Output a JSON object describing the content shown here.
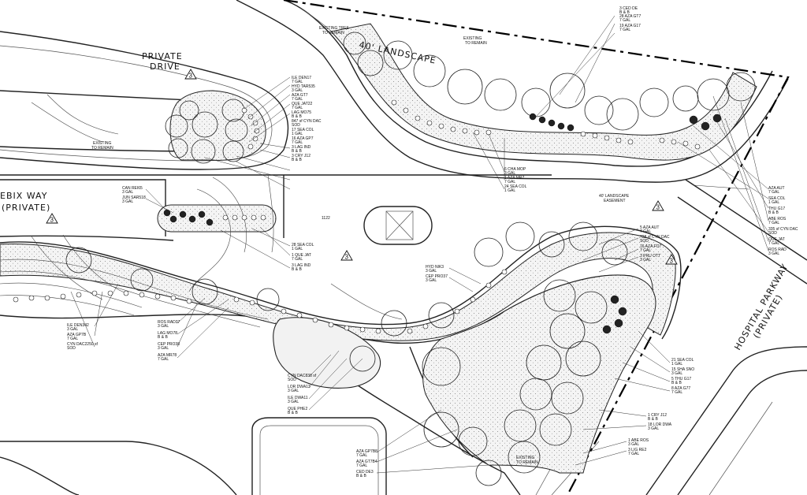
{
  "street_labels": {
    "private_drive": [
      "PRIVATE",
      "DRIVE"
    ],
    "ebix_way": [
      "EBIX WAY",
      "(PRIVATE)"
    ],
    "hospital_parkway": [
      "HOSPITAL PARKWAY",
      "(PRIVATE)"
    ]
  },
  "notes": {
    "existing_trees_to_remain_top": [
      "EXISTING TREE",
      "TO REMAIN"
    ],
    "existing_to_remain_top_right": [
      "EXISTING",
      "TO REMAIN"
    ],
    "existing_to_remain_left": [
      "EXISTING",
      "TO REMAIN"
    ],
    "existing_to_remain_bottom": [
      "EXISTING",
      "TO REMAIN"
    ],
    "landscape_easement_top": "40' LANDSCAPE",
    "landscape_easement_right": [
      "40' LANDSCAPE",
      "EASEMENT"
    ],
    "spot_elevation": "1122"
  },
  "detail_tag": "3",
  "plant_callouts": {
    "top_right_a": [
      "3 CED DE",
      "B & B"
    ],
    "top_right_b": [
      "28 AZA GT7",
      "7 GAL"
    ],
    "top_right_c": [
      "19 AZA G17",
      "7 GAL"
    ],
    "cul_de_sac": [
      [
        "ILE DEN17",
        "7 GAL"
      ],
      [
        "HYD TAR535",
        "3 GAL"
      ],
      [
        "AZA GT7",
        "7 GAL"
      ],
      [
        "QUE JAT22",
        "7 GAL"
      ],
      [
        "LAG MO75",
        "B & B"
      ],
      [
        "847 sf CYN DAC",
        "SOD"
      ],
      [
        "17 SEA COL",
        "1 GAL"
      ],
      [
        "16 AZA GP7",
        "7 GAL"
      ],
      [
        "3 LAG IND",
        "B & B"
      ],
      [
        "3 CRY J12",
        "B & B"
      ]
    ],
    "island_left": [
      [
        "CAN REI65",
        "3 GAL"
      ],
      [
        "JUN SAR518",
        "3 GAL"
      ]
    ],
    "island_right": [
      [
        "28 SEA COL",
        "1 GAL"
      ],
      [
        "1 QUE JAT",
        "7 GAL"
      ],
      [
        "3 LAG IND",
        "B & B"
      ]
    ],
    "mid_top": [
      [
        "6 CHA MOP",
        "3 GAL"
      ],
      [
        "1 AZA MR7",
        "7 GAL"
      ],
      [
        "24 SEA COL",
        "1 GAL"
      ]
    ],
    "east_bed": [
      [
        "AZA AUT",
        "7 GAL"
      ],
      [
        "SEA COL",
        "1 GAL"
      ],
      [
        "THU G17",
        "B & B"
      ],
      [
        "ABE ROS",
        "7 GAL"
      ],
      [
        "335 sf CYN DAC",
        "SOD"
      ],
      [
        "QUE JAT",
        "7 GAL"
      ],
      [
        "ROS RAD",
        "3 GAL"
      ]
    ],
    "center_bed": [
      [
        "5 AZA AUT",
        "7 GAL"
      ],
      [
        "728 sf CYN DAC",
        "SOD"
      ],
      [
        "16 AZA FO7",
        "7 GAL"
      ],
      [
        "3 PRU OTT",
        "3 GAL"
      ]
    ],
    "hyd": [
      [
        "HYD NIK3",
        "3 GAL"
      ],
      [
        "CEP PRO37",
        "3 GAL"
      ]
    ],
    "west_strip": [
      [
        "ILE DEN342",
        "3 GAL"
      ],
      [
        "AZA GP7B",
        "7 GAL"
      ],
      [
        "CYN DAC2250 sf",
        "SOD"
      ]
    ],
    "south_mid": [
      [
        "ROS RAD37",
        "3 GAL"
      ],
      [
        "LAG MO78",
        "B & B"
      ],
      [
        "CEP PRO38",
        "3 GAL"
      ],
      [
        "AZA MR78",
        "7 GAL"
      ]
    ],
    "south_center": [
      [
        "CYN DAC838 sf",
        "SOD"
      ],
      [
        "LOR DWA13",
        "3 GAL"
      ],
      [
        "ILE DWA11",
        "3 GAL"
      ],
      [
        "QUE PHE2",
        "B & B"
      ]
    ],
    "south_right": [
      [
        "21 SEA COL",
        "1 GAL"
      ],
      [
        "15 SHA SNO",
        "3 GAL"
      ],
      [
        "5 THU G17",
        "B & B"
      ],
      [
        "8 AZA G77",
        "7 GAL"
      ]
    ],
    "south_right_lower": [
      [
        "1 CRY J12",
        "B & B"
      ],
      [
        "18 LOR DWA",
        "3 GAL"
      ]
    ],
    "bottom_right": [
      [
        "1 ABE ROS",
        "3 GAL"
      ],
      [
        "3 LIG RE2",
        "7 GAL"
      ]
    ],
    "bottom_center": [
      [
        "AZA GP7B8",
        "7 GAL"
      ],
      [
        "AZA GT7B4",
        "7 GAL"
      ],
      [
        "CED DE3",
        "B & B"
      ]
    ]
  }
}
